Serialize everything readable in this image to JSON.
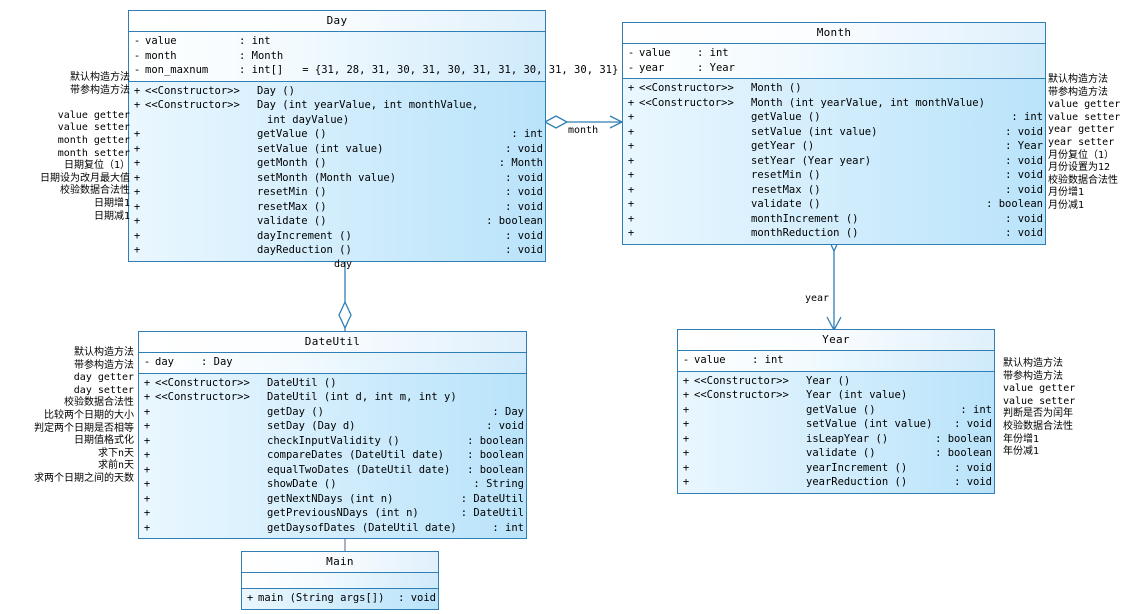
{
  "diagram": {
    "title": "Date utility UML class diagram",
    "colors": {
      "border": "#2f7fb5",
      "fill_light": "#ffffff",
      "fill_body": "#cfeafb",
      "fill_ops": "#b9e3fa",
      "connector": "#2f7fb5",
      "dependency": "#8f7fa8"
    }
  },
  "classes": {
    "day": {
      "name": "Day",
      "attributes": [
        {
          "vis": "-",
          "sig": "value",
          "type": "int"
        },
        {
          "vis": "-",
          "sig": "month",
          "type": "Month"
        },
        {
          "vis": "-",
          "sig": "mon_maxnum",
          "type": "int[]",
          "default": "= {31, 28, 31, 30, 31, 30, 31, 31, 30, 31, 30, 31}"
        }
      ],
      "operations": [
        {
          "vis": "+",
          "stereotype": "<<Constructor>>",
          "sig": "Day ()",
          "type": ""
        },
        {
          "vis": "+",
          "stereotype": "<<Constructor>>",
          "sig": "Day (int yearValue, int monthValue,",
          "cont": "int dayValue)",
          "type": ""
        },
        {
          "vis": "+",
          "stereotype": "",
          "sig": "getValue ()",
          "type": ": int"
        },
        {
          "vis": "+",
          "stereotype": "",
          "sig": "setValue (int value)",
          "type": ": void"
        },
        {
          "vis": "+",
          "stereotype": "",
          "sig": "getMonth ()",
          "type": ": Month"
        },
        {
          "vis": "+",
          "stereotype": "",
          "sig": "setMonth (Month value)",
          "type": ": void"
        },
        {
          "vis": "+",
          "stereotype": "",
          "sig": "resetMin ()",
          "type": ": void"
        },
        {
          "vis": "+",
          "stereotype": "",
          "sig": "resetMax ()",
          "type": ": void"
        },
        {
          "vis": "+",
          "stereotype": "",
          "sig": "validate ()",
          "type": ": boolean"
        },
        {
          "vis": "+",
          "stereotype": "",
          "sig": "dayIncrement ()",
          "type": ": void"
        },
        {
          "vis": "+",
          "stereotype": "",
          "sig": "dayReduction ()",
          "type": ": void"
        }
      ],
      "notes": "默认构造方法\n带参构造方法\n\nvalue getter\nvalue setter\nmonth getter\nmonth setter\n日期复位（1）\n日期设为改月最大值\n校验数据合法性\n日期增1\n日期减1"
    },
    "month": {
      "name": "Month",
      "attributes": [
        {
          "vis": "-",
          "sig": "value",
          "type": "int"
        },
        {
          "vis": "-",
          "sig": "year",
          "type": "Year"
        }
      ],
      "operations": [
        {
          "vis": "+",
          "stereotype": "<<Constructor>>",
          "sig": "Month ()",
          "type": ""
        },
        {
          "vis": "+",
          "stereotype": "<<Constructor>>",
          "sig": "Month (int yearValue, int monthValue)",
          "type": ""
        },
        {
          "vis": "+",
          "stereotype": "",
          "sig": "getValue ()",
          "type": ": int"
        },
        {
          "vis": "+",
          "stereotype": "",
          "sig": "setValue (int value)",
          "type": ": void"
        },
        {
          "vis": "+",
          "stereotype": "",
          "sig": "getYear ()",
          "type": ": Year"
        },
        {
          "vis": "+",
          "stereotype": "",
          "sig": "setYear (Year year)",
          "type": ": void"
        },
        {
          "vis": "+",
          "stereotype": "",
          "sig": "resetMin ()",
          "type": ": void"
        },
        {
          "vis": "+",
          "stereotype": "",
          "sig": "resetMax ()",
          "type": ": void"
        },
        {
          "vis": "+",
          "stereotype": "",
          "sig": "validate ()",
          "type": ": boolean"
        },
        {
          "vis": "+",
          "stereotype": "",
          "sig": "monthIncrement ()",
          "type": ": void"
        },
        {
          "vis": "+",
          "stereotype": "",
          "sig": "monthReduction ()",
          "type": ": void"
        }
      ],
      "notes": "默认构造方法\n带参构造方法\nvalue getter\nvalue setter\nyear getter\nyear setter\n月份复位（1）\n月份设置为12\n校验数据合法性\n月份增1\n月份减1"
    },
    "dateutil": {
      "name": "DateUtil",
      "attributes": [
        {
          "vis": "-",
          "sig": "day",
          "type": "Day"
        }
      ],
      "operations": [
        {
          "vis": "+",
          "stereotype": "<<Constructor>>",
          "sig": "DateUtil ()",
          "type": ""
        },
        {
          "vis": "+",
          "stereotype": "<<Constructor>>",
          "sig": "DateUtil (int d, int m, int y)",
          "type": ""
        },
        {
          "vis": "+",
          "stereotype": "",
          "sig": "getDay ()",
          "type": ": Day"
        },
        {
          "vis": "+",
          "stereotype": "",
          "sig": "setDay (Day d)",
          "type": ": void"
        },
        {
          "vis": "+",
          "stereotype": "",
          "sig": "checkInputValidity ()",
          "type": ": boolean"
        },
        {
          "vis": "+",
          "stereotype": "",
          "sig": "compareDates (DateUtil date)",
          "type": ": boolean"
        },
        {
          "vis": "+",
          "stereotype": "",
          "sig": "equalTwoDates (DateUtil date)",
          "type": ": boolean"
        },
        {
          "vis": "+",
          "stereotype": "",
          "sig": "showDate ()",
          "type": ": String"
        },
        {
          "vis": "+",
          "stereotype": "",
          "sig": "getNextNDays (int n)",
          "type": ": DateUtil"
        },
        {
          "vis": "+",
          "stereotype": "",
          "sig": "getPreviousNDays (int n)",
          "type": ": DateUtil"
        },
        {
          "vis": "+",
          "stereotype": "",
          "sig": "getDaysofDates (DateUtil date)",
          "type": ": int"
        }
      ],
      "notes": "默认构造方法\n带参构造方法\nday getter\nday setter\n校验数据合法性\n比较两个日期的大小\n判定两个日期是否相等\n日期值格式化\n求下n天\n求前n天\n求两个日期之间的天数"
    },
    "year": {
      "name": "Year",
      "attributes": [
        {
          "vis": "-",
          "sig": "value",
          "type": "int"
        }
      ],
      "operations": [
        {
          "vis": "+",
          "stereotype": "<<Constructor>>",
          "sig": "Year ()",
          "type": ""
        },
        {
          "vis": "+",
          "stereotype": "<<Constructor>>",
          "sig": "Year (int value)",
          "type": ""
        },
        {
          "vis": "+",
          "stereotype": "",
          "sig": "getValue ()",
          "type": ": int"
        },
        {
          "vis": "+",
          "stereotype": "",
          "sig": "setValue (int value)",
          "type": ": void"
        },
        {
          "vis": "+",
          "stereotype": "",
          "sig": "isLeapYear ()",
          "type": ": boolean"
        },
        {
          "vis": "+",
          "stereotype": "",
          "sig": "validate ()",
          "type": ": boolean"
        },
        {
          "vis": "+",
          "stereotype": "",
          "sig": "yearIncrement ()",
          "type": ": void"
        },
        {
          "vis": "+",
          "stereotype": "",
          "sig": "yearReduction ()",
          "type": ": void"
        }
      ],
      "notes": "默认构造方法\n带参构造方法\nvalue getter\nvalue setter\n判断是否为闰年\n校验数据合法性\n年份增1\n年份减1"
    },
    "main": {
      "name": "Main",
      "attributes": [],
      "operations": [
        {
          "vis": "+",
          "stereotype": "",
          "sig": "main (String args[])",
          "type": ": void"
        }
      ],
      "notes": ""
    }
  },
  "connectors": [
    {
      "id": "day-month",
      "label": "month",
      "from": "Day",
      "to": "Month",
      "kind": "aggregation"
    },
    {
      "id": "dateutil-day",
      "label": "day",
      "from": "DateUtil",
      "to": "Day",
      "kind": "aggregation"
    },
    {
      "id": "month-year",
      "label": "year",
      "from": "Month",
      "to": "Year",
      "kind": "aggregation"
    },
    {
      "id": "main-dateutil",
      "label": "",
      "from": "Main",
      "to": "DateUtil",
      "kind": "dependency"
    }
  ]
}
